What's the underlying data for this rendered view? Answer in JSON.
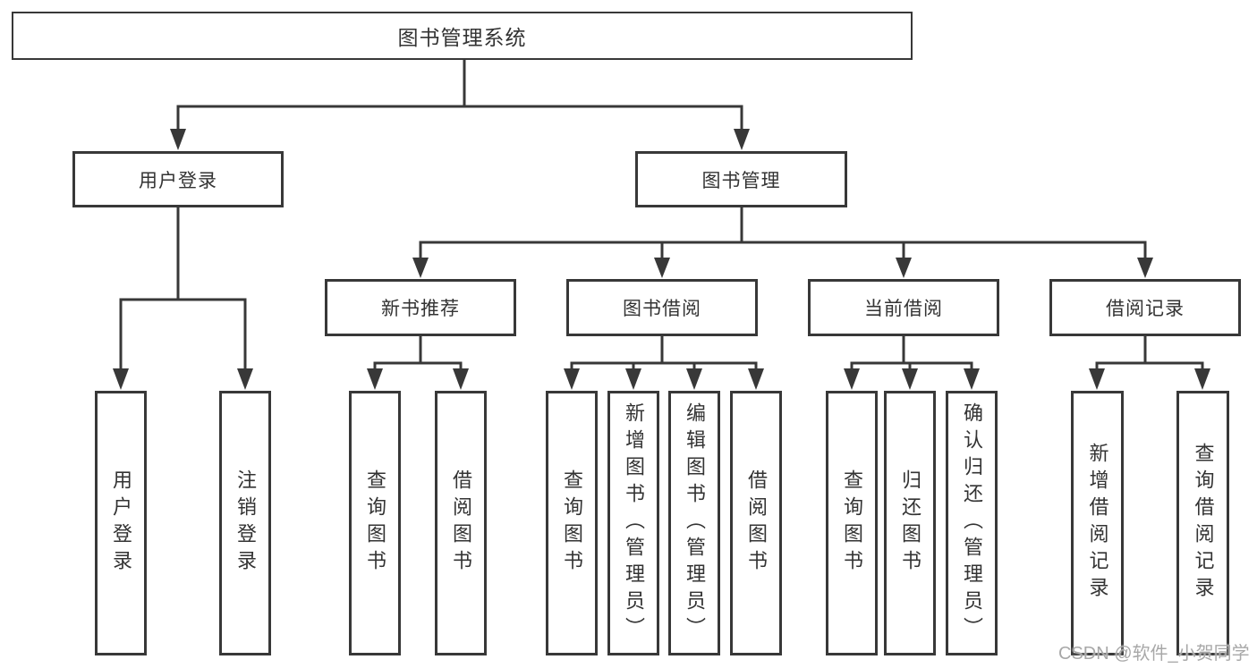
{
  "colors": {
    "line": "#383838",
    "box_border": "#383838",
    "box_background": "#ffffff",
    "text": "#333333",
    "watermark": "#a8a8a8",
    "page_background": "#ffffff"
  },
  "nodes": {
    "root": {
      "label": "图书管理系统"
    }
  },
  "level2": [
    {
      "label": "用户登录",
      "parent": "图书管理系统"
    },
    {
      "label": "图书管理",
      "parent": "图书管理系统"
    }
  ],
  "level3": [
    {
      "label": "新书推荐",
      "parent": "图书管理"
    },
    {
      "label": "图书借阅",
      "parent": "图书管理"
    },
    {
      "label": "当前借阅",
      "parent": "图书管理"
    },
    {
      "label": "借阅记录",
      "parent": "图书管理"
    }
  ],
  "leaves": [
    {
      "label": "用户登录",
      "parent": "用户登录"
    },
    {
      "label": "注销登录",
      "parent": "用户登录"
    },
    {
      "label": "查询图书",
      "parent": "新书推荐"
    },
    {
      "label": "借阅图书",
      "parent": "新书推荐"
    },
    {
      "label": "查询图书",
      "parent": "图书借阅"
    },
    {
      "label": "新增图书（管理员）",
      "parent": "图书借阅"
    },
    {
      "label": "编辑图书（管理员）",
      "parent": "图书借阅"
    },
    {
      "label": "借阅图书",
      "parent": "图书借阅"
    },
    {
      "label": "查询图书",
      "parent": "当前借阅"
    },
    {
      "label": "归还图书",
      "parent": "当前借阅"
    },
    {
      "label": "确认归还（管理员）",
      "parent": "当前借阅"
    },
    {
      "label": "新增借阅记录",
      "parent": "借阅记录"
    },
    {
      "label": "查询借阅记录",
      "parent": "借阅记录"
    }
  ],
  "watermark": {
    "text": "CSDN @软件_小贺同学"
  }
}
